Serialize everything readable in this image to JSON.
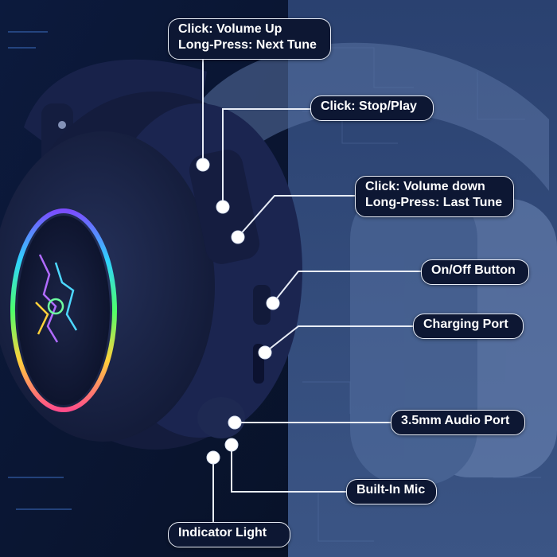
{
  "callouts": {
    "volume_up": {
      "line1": "Click: Volume Up",
      "line2": "Long-Press: Next Tune"
    },
    "stop_play": {
      "text": "Click: Stop/Play"
    },
    "volume_down": {
      "line1": "Click: Volume down",
      "line2": "Long-Press: Last Tune"
    },
    "power": {
      "text": "On/Off Button"
    },
    "charging": {
      "text": "Charging Port"
    },
    "audio_port": {
      "text": "3.5mm Audio Port"
    },
    "mic": {
      "text": "Built-In Mic"
    },
    "indicator": {
      "text": "Indicator Light"
    }
  },
  "colors": {
    "background": "#0b1530",
    "headphone": "#1a2547",
    "callout_fill": "#0d1733",
    "callout_border": "#e8edf7",
    "leader_line": "#e8edf7"
  }
}
